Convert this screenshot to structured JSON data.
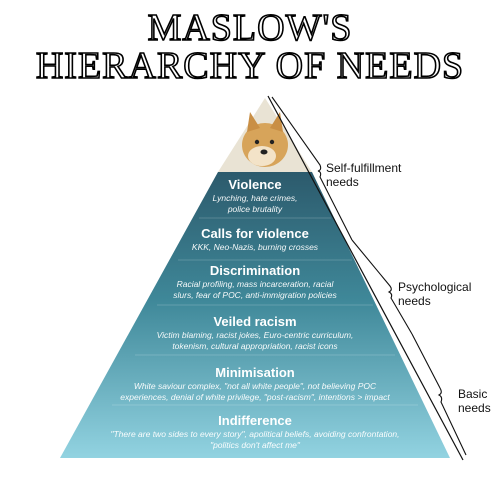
{
  "title": {
    "line1": "MASLOW'S",
    "line2": "HIERARCHY OF NEEDS"
  },
  "top_image": {
    "icon": "doge-dog-icon"
  },
  "levels": [
    {
      "heading": "Violence",
      "desc1": "Lynching, hate crimes,",
      "desc2": "police brutality"
    },
    {
      "heading": "Calls for violence",
      "desc1": "KKK, Neo-Nazis, burning crosses",
      "desc2": ""
    },
    {
      "heading": "Discrimination",
      "desc1": "Racial profiling, mass incarceration, racial",
      "desc2": "slurs, fear of POC, anti-immigration policies"
    },
    {
      "heading": "Veiled racism",
      "desc1": "Victim blaming, racist jokes, Euro-centric curriculum,",
      "desc2": "tokenism, cultural appropriation, racist icons"
    },
    {
      "heading": "Minimisation",
      "desc1": "White saviour complex, \"not all white people\", not believing POC",
      "desc2": "experiences, denial of white privilege, \"post-racism\", intentions > impact"
    },
    {
      "heading": "Indifference",
      "desc1": "\"There are two sides to every story\", apolitical beliefs, avoiding confrontation,",
      "desc2": "\"politics don't affect me\""
    }
  ],
  "brackets": [
    {
      "line1": "Self-fulfillment",
      "line2": "needs"
    },
    {
      "line1": "Psychological",
      "line2": "needs"
    },
    {
      "line1": "Basic",
      "line2": "needs"
    }
  ],
  "colors": {
    "teal_top": "#2f5f71",
    "teal_bottom": "#8fd0df",
    "title_fill": "#ffffff",
    "title_stroke": "#000000"
  }
}
